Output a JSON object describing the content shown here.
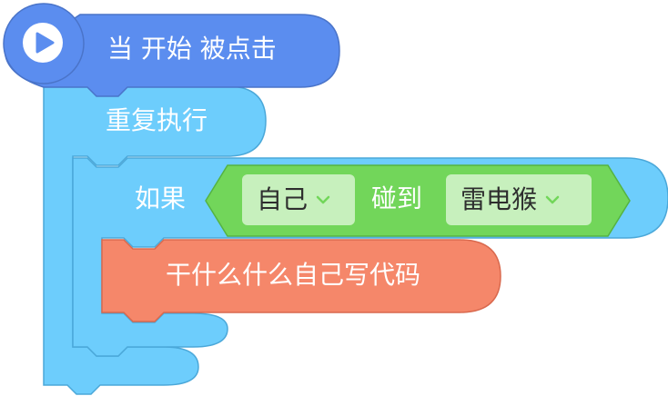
{
  "hat_block": {
    "label": "当 开始 被点击",
    "icon": "play-icon"
  },
  "forever_block": {
    "label": "重复执行"
  },
  "if_block": {
    "label": "如果"
  },
  "touching_block": {
    "subject_dropdown": "自己",
    "label": "碰到",
    "target_dropdown": "雷电猴"
  },
  "code_block": {
    "label": "干什么什么自己写代码"
  },
  "colors": {
    "event_blue": "#5b8def",
    "control_blue": "#6dcdfc",
    "sensing_green": "#72d65a",
    "dropdown_bg": "#c7f0bd",
    "custom_orange": "#f5876a"
  }
}
